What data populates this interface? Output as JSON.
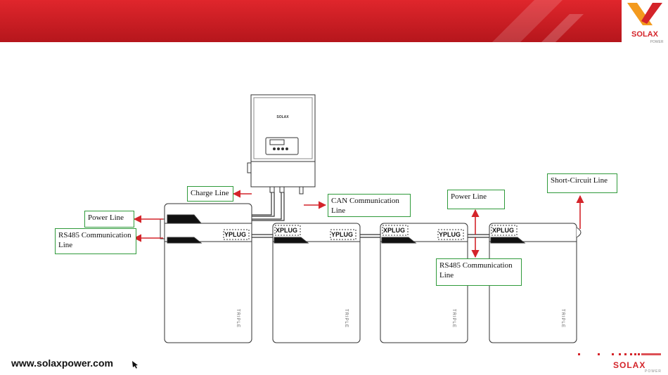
{
  "brand": {
    "name": "SOLAX",
    "sub": "POWER",
    "url": "www.solaxpower.com",
    "accent": "#d4242a",
    "logo_orange": "#f39a1e"
  },
  "callouts": {
    "charge_line": "Charge Line",
    "can_line": "CAN Communication\n Line",
    "power_line_left": "Power Line",
    "rs485_left": "RS485 Communication\n Line",
    "power_line_mid": "Power Line",
    "rs485_mid": "RS485 Communication\n Line",
    "short_circuit": "Short-Circuit Line"
  },
  "modules": {
    "m1_right_plug": "YPLUG",
    "m2_left_plug": "XPLUG",
    "m2_right_plug": "YPLUG",
    "m3_left_plug": "XPLUG",
    "m3_right_plug": "YPLUG",
    "m4_left_plug": "XPLUG"
  },
  "battery_brand_vertical": "TRIPLE",
  "colors": {
    "arrow": "#d4242a",
    "callout_border": "#2f9a3a",
    "outline": "#333333"
  }
}
